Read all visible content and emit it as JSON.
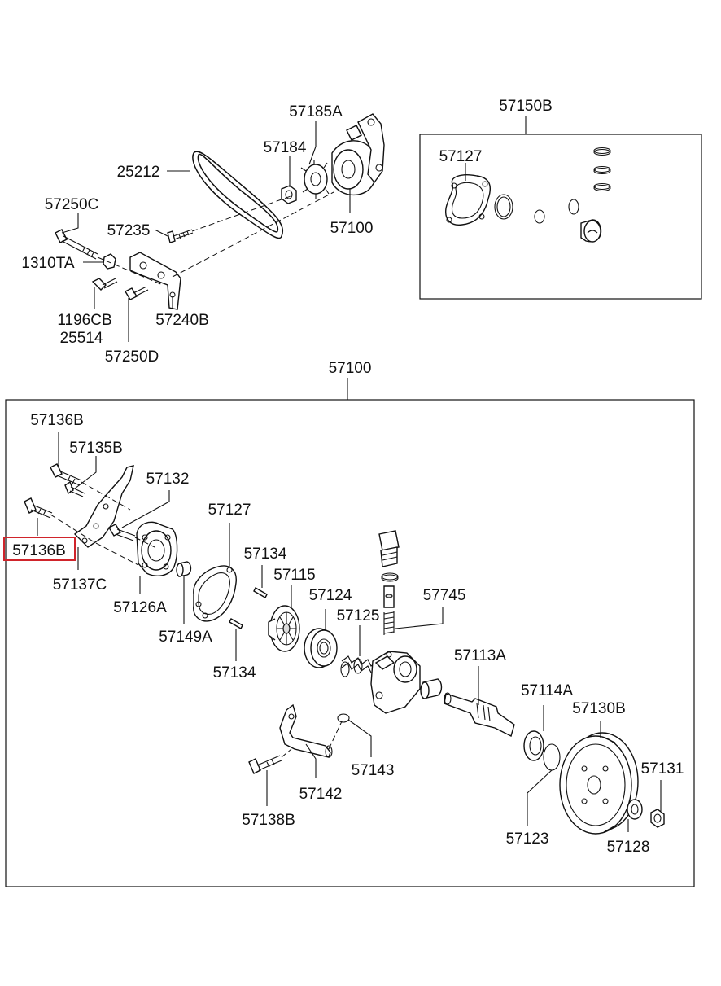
{
  "diagram": {
    "upper": {
      "labels": {
        "p57185A": "57185A",
        "p57184": "57184",
        "p25212": "25212",
        "p57250C": "57250C",
        "p57235": "57235",
        "p57100": "57100",
        "p1310TA": "1310TA",
        "p1196CB": "1196CB",
        "p25514": "25514",
        "p57240B": "57240B",
        "p57250D": "57250D"
      }
    },
    "kit": {
      "labels": {
        "p57150B": "57150B",
        "p57127": "57127"
      }
    },
    "assembly": {
      "title": "57100",
      "labels": {
        "p57136B_top": "57136B",
        "p57135B": "57135B",
        "p57132": "57132",
        "p57127": "57127",
        "p57136B_left": "57136B",
        "p57137C": "57137C",
        "p57126A": "57126A",
        "p57149A": "57149A",
        "p57134_top": "57134",
        "p57115": "57115",
        "p57124": "57124",
        "p57125": "57125",
        "p57745": "57745",
        "p57134_bottom": "57134",
        "p57113A": "57113A",
        "p57114A": "57114A",
        "p57130B": "57130B",
        "p57131": "57131",
        "p57143": "57143",
        "p57142": "57142",
        "p57138B": "57138B",
        "p57123": "57123",
        "p57128": "57128"
      }
    },
    "highlight": {
      "part": "57136B",
      "color": "#d0242b"
    }
  }
}
